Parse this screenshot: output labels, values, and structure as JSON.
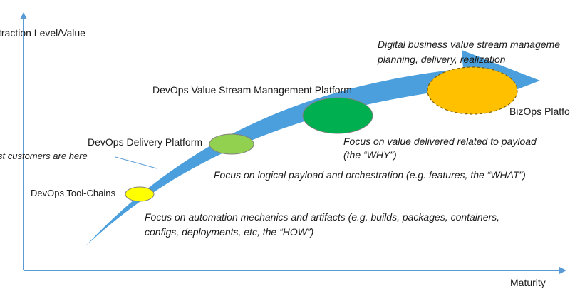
{
  "axes": {
    "y_label": "traction Level/Value",
    "x_label": "Maturity"
  },
  "platforms": {
    "tool_chains": "DevOps Tool-Chains",
    "delivery": "DevOps Delivery Platform",
    "vsm": "DevOps Value Stream Management Platform",
    "bizops": "BizOps Platfo"
  },
  "focus": {
    "automation_line1": "Focus on automation mechanics and artifacts (e.g. builds, packages, containers,",
    "automation_line2": "configs, deployments, etc, the “HOW”)",
    "payload": "Focus on logical payload and orchestration (e.g. features, the “WHAT”)",
    "value_line1": "Focus on value delivered related to payload",
    "value_line2": "(the “WHY”)",
    "digital_line1": "Digital business value stream manageme",
    "digital_line2": "planning, delivery, realization"
  },
  "note": "st customers are here",
  "colors": {
    "axis": "#5b9bd5",
    "arrow": "#4a9fdc",
    "tool_chains": "#ffff00",
    "delivery": "#92d050",
    "vsm": "#00b050",
    "bizops": "#ffc000"
  }
}
